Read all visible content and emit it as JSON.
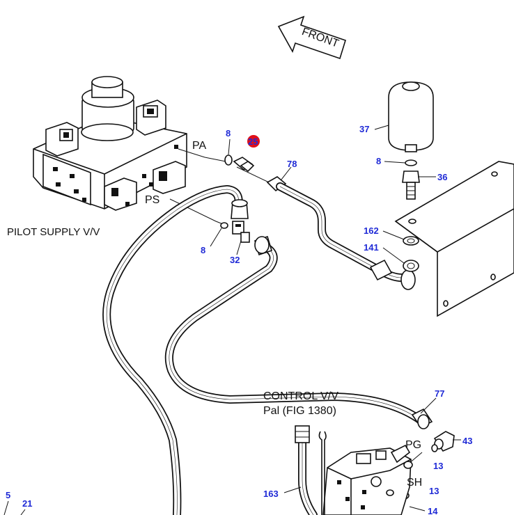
{
  "labels": {
    "front": "FRONT",
    "pa": "PA",
    "ps": "PS",
    "pg": "PG",
    "sh": "SH",
    "pilot_supply": "PILOT SUPPLY V/V",
    "control_vv": "CONTROL V/V",
    "pal_ref": "Pal (FIG 1380)"
  },
  "parts": {
    "p8a": "8",
    "p25": "25",
    "p78": "78",
    "p37": "37",
    "p8b": "8",
    "p36": "36",
    "p8c": "8",
    "p32": "32",
    "p162": "162",
    "p141": "141",
    "p77": "77",
    "p43": "43",
    "p13a": "13",
    "p13b": "13",
    "p163": "163",
    "p14": "14",
    "p5": "5",
    "p21": "21"
  },
  "colors": {
    "callout": "#1f2ad6",
    "highlight": "#e0101a",
    "line": "#111111"
  }
}
